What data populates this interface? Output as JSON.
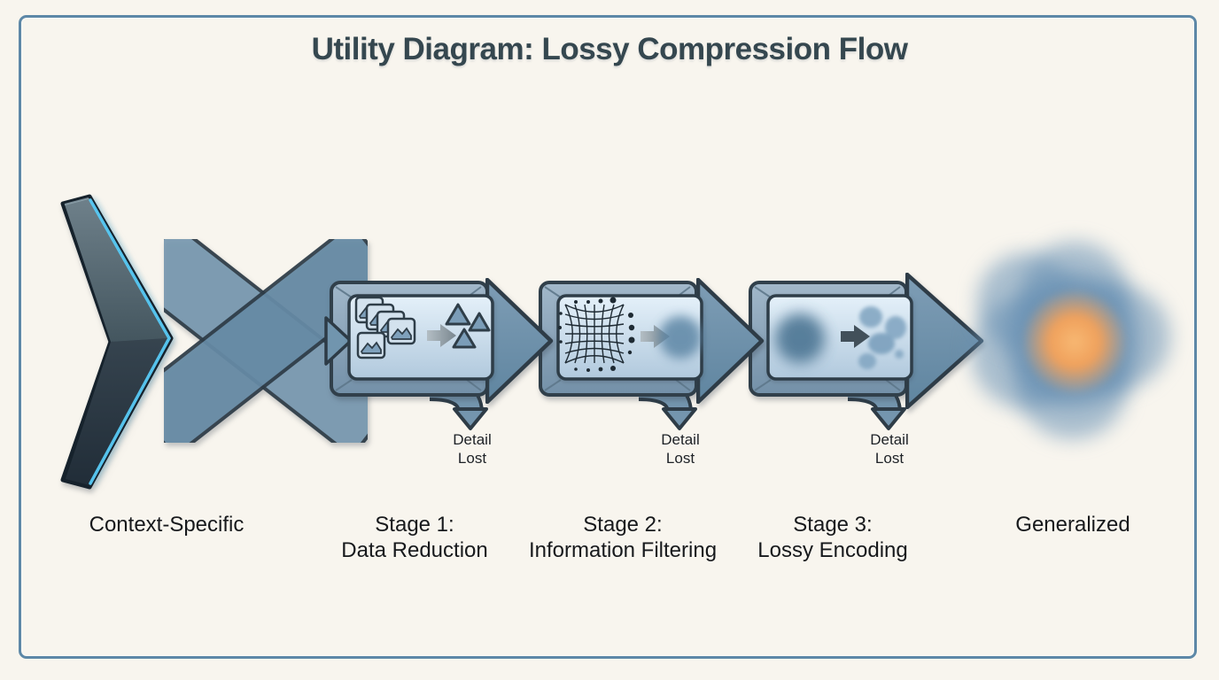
{
  "title": "Utility Diagram: Lossy Compression Flow",
  "source": {
    "label": "Context-Specific"
  },
  "target": {
    "label": "Generalized"
  },
  "stages": [
    {
      "name": "Stage 1:",
      "caption": "Data Reduction",
      "loss_line1": "Detail",
      "loss_line2": "Lost"
    },
    {
      "name": "Stage 2:",
      "caption": "Information Filtering",
      "loss_line1": "Detail",
      "loss_line2": "Lost"
    },
    {
      "name": "Stage 3:",
      "caption": "Lossy Encoding",
      "loss_line1": "Detail",
      "loss_line2": "Lost"
    }
  ],
  "icons": {
    "stage1_input": "image-stack-icon",
    "stage1_output": "triangles-icon",
    "stage2_input": "mesh-grid-icon",
    "stage2_output": "blurred-dot-icon",
    "stage3_input": "blurred-blob-icon",
    "stage3_output": "scattered-fragments-icon",
    "flow": "chevron-arrow-icon",
    "loss": "down-arrow-icon"
  },
  "colors": {
    "background": "#f8f5ee",
    "border": "#5d88a7",
    "title_text": "#35474f",
    "label_text": "#17191c",
    "arrow_fill": "#6d90aa",
    "outline": "#2e3c47",
    "panel_fill": "#d8e7f3",
    "frame_fill": "#8aa5ba",
    "edge_glow": "#55c8f5",
    "core_orange": "#f2a864",
    "blob_blue": "#6b93b6"
  }
}
